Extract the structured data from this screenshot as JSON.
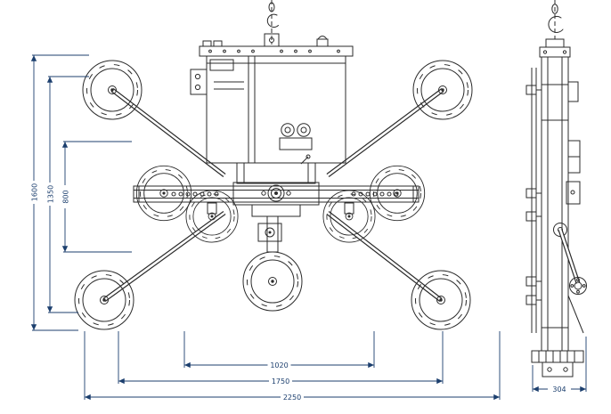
{
  "drawing": {
    "colors": {
      "line": "#2b2b2b",
      "dimension": "#1c3f6e",
      "background": "#ffffff"
    },
    "dimensions": {
      "overall_height": "1600",
      "cup_span_height": "1350",
      "inner_height": "800",
      "inner_width": "1020",
      "mid_width": "1750",
      "overall_width": "2250",
      "depth": "304"
    }
  }
}
